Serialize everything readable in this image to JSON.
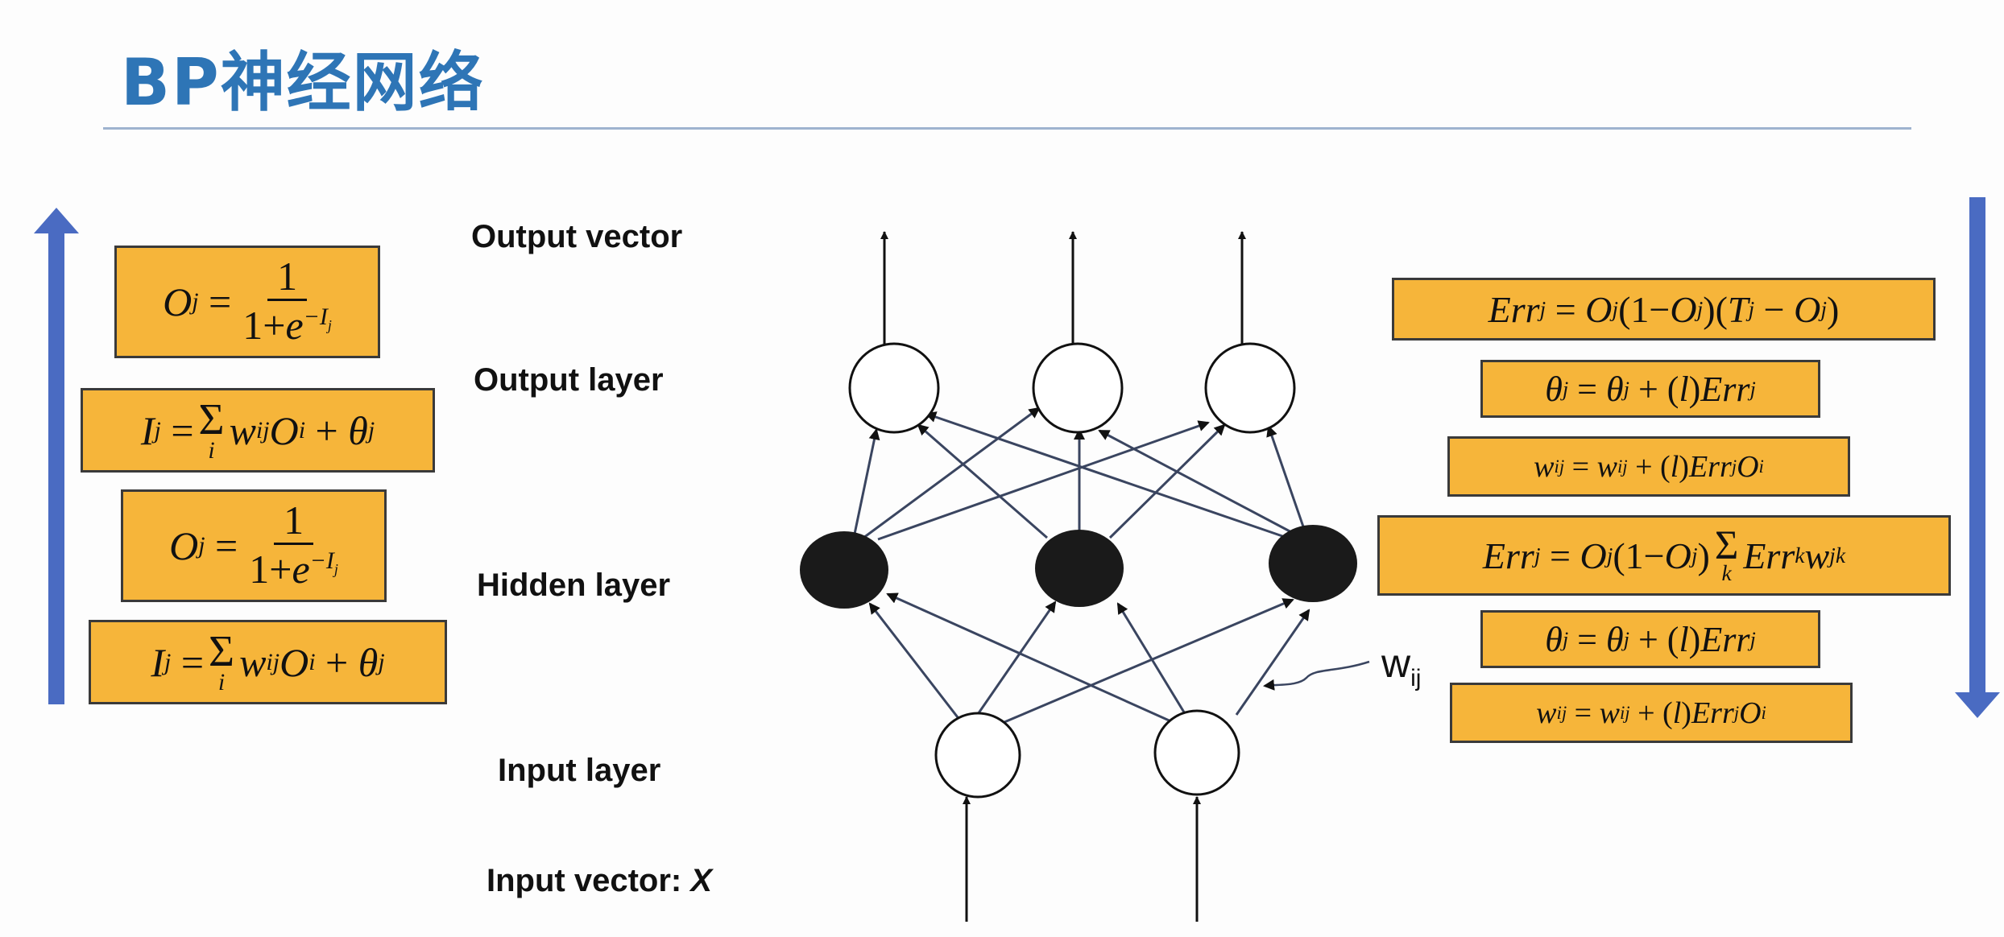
{
  "title": "BP神经网络",
  "labels": {
    "output_vector": "Output vector",
    "output_layer": "Output layer",
    "hidden_layer": "Hidden layer",
    "input_layer": "Input layer",
    "input_vector": "Input vector: ",
    "input_vector_symbol": "X",
    "weight_label": "w",
    "weight_label_sub": "ij"
  },
  "left_formulas": [
    "O_j = 1 / (1 + e^(-I_j))",
    "I_j = Σ_i w_ij O_i + θ_j",
    "O_j = 1 / (1 + e^(-I_j))",
    "I_j = Σ_i w_ij O_i + θ_j"
  ],
  "right_formulas": [
    "Err_j = O_j(1 − O_j)(T_j − O_j)",
    "θ_j = θ_j + (l)Err_j",
    "w_ij = w_ij + (l)Err_j O_i",
    "Err_j = O_j(1 − O_j) Σ_k Err_k w_jk",
    "θ_j = θ_j + (l)Err_j",
    "w_ij = w_ij + (l)Err_j O_i"
  ],
  "colors": {
    "title": "#2e75b6",
    "formula_box": "#f6b53a",
    "arrow": "#4a6bc2"
  }
}
